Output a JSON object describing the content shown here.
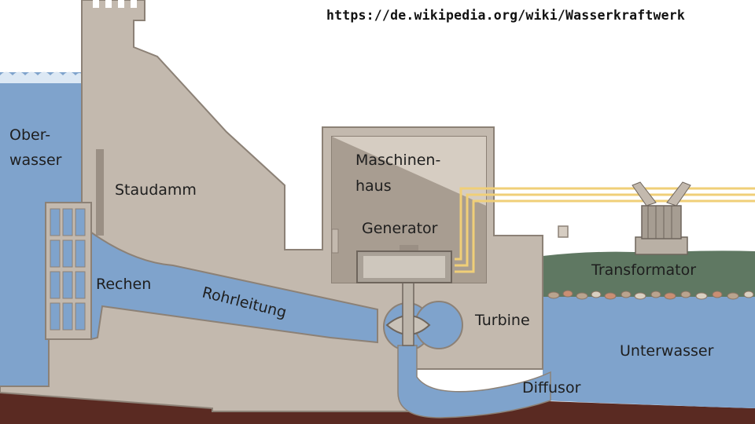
{
  "source": "https://de.wikipedia.org/wiki/Wasserkraftwerk",
  "labels": {
    "oberwasser_1": "Ober-",
    "oberwasser_2": "wasser",
    "staudamm": "Staudamm",
    "maschinenhaus_1": "Maschinen-",
    "maschinenhaus_2": "haus",
    "generator": "Generator",
    "transformator": "Transformator",
    "rechen": "Rechen",
    "rohrleitung": "Rohrleitung",
    "turbine": "Turbine",
    "unterwasser": "Unterwasser",
    "diffusor": "Diffusor"
  },
  "colors": {
    "water": "#7fa3cc",
    "concrete": "#c3b9ae",
    "concrete_dark": "#a89d91",
    "ground": "#5a2a22",
    "grass": "#5f7862",
    "power_line": "#f0cf78"
  }
}
